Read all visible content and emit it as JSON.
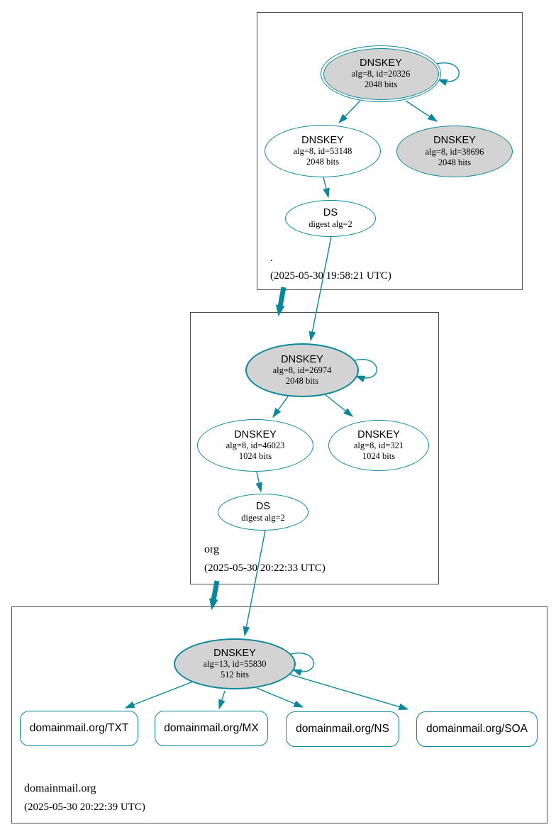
{
  "colors": {
    "edge_teal": "#0a879a",
    "node_gray_fill": "#d3d3d3",
    "node_white_fill": "#ffffff",
    "box_border_gray": "#4d4d4d"
  },
  "zones": [
    {
      "name": ".",
      "timestamp": "(2025-05-30 19:58:21 UTC)",
      "ksk": {
        "title": "DNSKEY",
        "alg": "alg=8, id=20326",
        "bits": "2048 bits"
      },
      "zsk": {
        "title": "DNSKEY",
        "alg": "alg=8, id=53148",
        "bits": "2048 bits"
      },
      "key2": {
        "title": "DNSKEY",
        "alg": "alg=8, id=38696",
        "bits": "2048 bits"
      },
      "ds": {
        "title": "DS",
        "digest": "digest alg=2"
      }
    },
    {
      "name": "org",
      "timestamp": "(2025-05-30 20:22:33 UTC)",
      "ksk": {
        "title": "DNSKEY",
        "alg": "alg=8, id=26974",
        "bits": "2048 bits"
      },
      "zsk": {
        "title": "DNSKEY",
        "alg": "alg=8, id=46023",
        "bits": "1024 bits"
      },
      "key2": {
        "title": "DNSKEY",
        "alg": "alg=8, id=321",
        "bits": "1024 bits"
      },
      "ds": {
        "title": "DS",
        "digest": "digest alg=2"
      }
    },
    {
      "name": "domainmail.org",
      "timestamp": "(2025-05-30 20:22:39 UTC)",
      "ksk": {
        "title": "DNSKEY",
        "alg": "alg=13, id=55830",
        "bits": "512 bits"
      },
      "rrsets": [
        {
          "label": "domainmail.org/TXT"
        },
        {
          "label": "domainmail.org/MX"
        },
        {
          "label": "domainmail.org/NS"
        },
        {
          "label": "domainmail.org/SOA"
        }
      ]
    }
  ]
}
